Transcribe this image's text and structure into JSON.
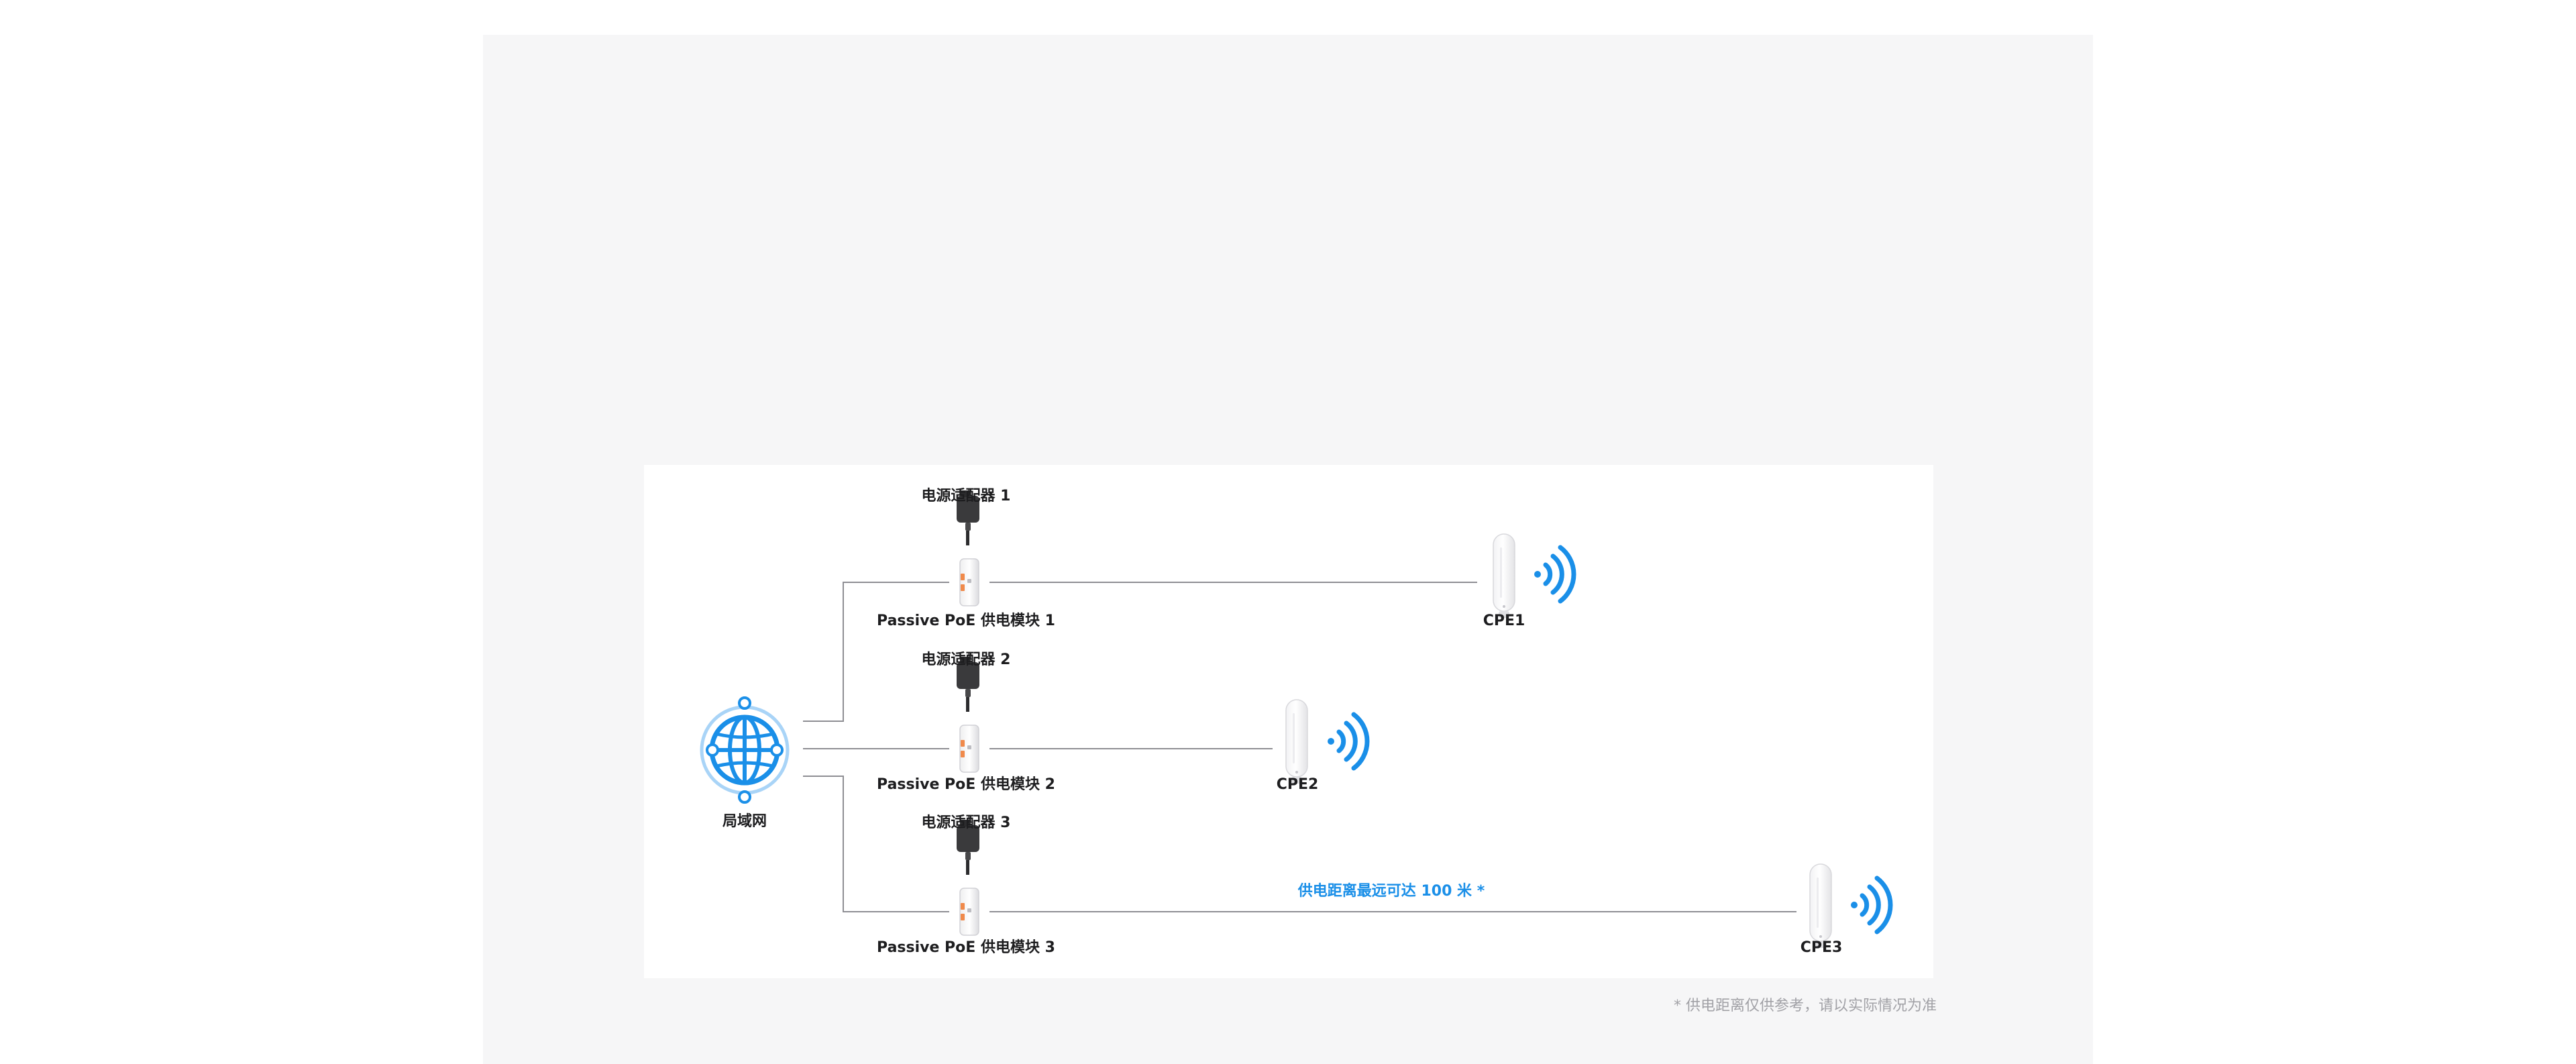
{
  "colors": {
    "panel_background": "#f6f6f7",
    "card_background": "#ffffff",
    "line": "#8e8e93",
    "accent": "#1a8fe8",
    "text": "#1d1d1f",
    "footnote": "#a1a1a6",
    "device_led": "#f08a4b"
  },
  "lan": {
    "label": "局域网",
    "icon": "globe-icon"
  },
  "branches": [
    {
      "adapter_label": "电源适配器 1",
      "module_label": "Passive PoE 供电模块 1",
      "cpe_label": "CPE1"
    },
    {
      "adapter_label": "电源适配器 2",
      "module_label": "Passive PoE 供电模块 2",
      "cpe_label": "CPE2"
    },
    {
      "adapter_label": "电源适配器 3",
      "module_label": "Passive PoE 供电模块 3",
      "cpe_label": "CPE3"
    }
  ],
  "distance_note": "供电距离最远可达 100 米 *",
  "footnote": "* 供电距离仅供参考，请以实际情况为准"
}
